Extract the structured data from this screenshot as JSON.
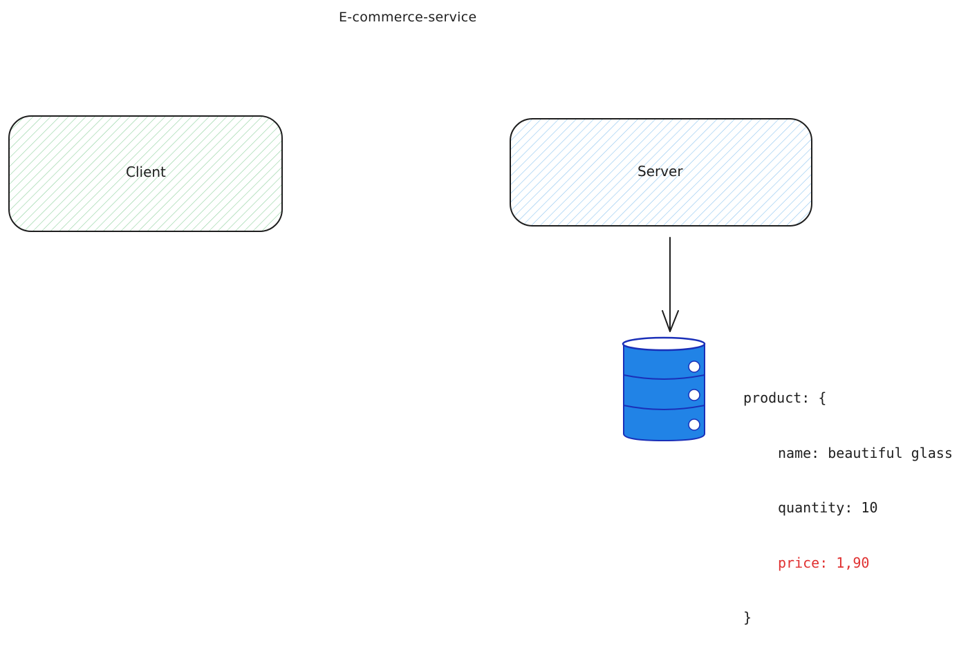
{
  "title": "E-commerce-service",
  "nodes": {
    "client": {
      "label": "Client",
      "hatch_color": "#8fd19e"
    },
    "server": {
      "label": "Server",
      "hatch_color": "#8ec5f0"
    },
    "database": {
      "fill_color": "#2183e6",
      "stroke_color": "#1a2fb8"
    }
  },
  "product_json": {
    "open": "product: {",
    "name": "name: beautiful glass",
    "quantity": "quantity: 10",
    "price": "price: 1,90",
    "close": "}"
  },
  "colors": {
    "stroke": "#1e1e1e",
    "highlight": "#e03131"
  }
}
